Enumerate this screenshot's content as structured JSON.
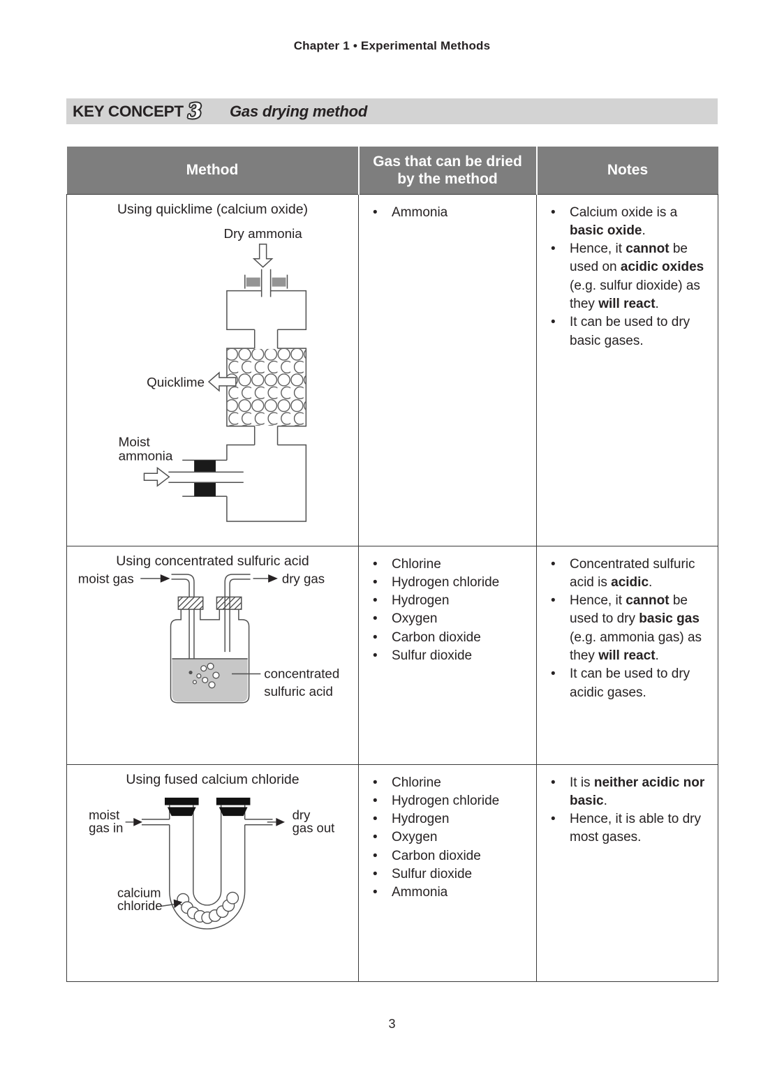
{
  "page": {
    "chapter_header": "Chapter 1 • Experimental Methods",
    "page_number": "3"
  },
  "key_concept": {
    "label": "KEY CONCEPT",
    "number": "3",
    "title": "Gas drying method"
  },
  "table": {
    "headers": [
      "Method",
      "Gas that can be dried by the method",
      "Notes"
    ],
    "rows": [
      {
        "method": "Using quicklime (calcium oxide)",
        "diagram": {
          "top_label": "Dry ammonia",
          "substance_label": "Quicklime",
          "inlet_label_line1": "Moist",
          "inlet_label_line2": "ammonia"
        },
        "gases": [
          "Ammonia"
        ],
        "notes": [
          [
            {
              "t": "Calcium oxide is a "
            },
            {
              "t": "basic oxide",
              "b": 1
            },
            {
              "t": "."
            }
          ],
          [
            {
              "t": "Hence, it "
            },
            {
              "t": "cannot",
              "b": 1
            },
            {
              "t": " be used on "
            },
            {
              "t": "acidic oxides",
              "b": 1
            },
            {
              "t": " (e.g. sulfur dioxide) as they "
            },
            {
              "t": "will react",
              "b": 1
            },
            {
              "t": "."
            }
          ],
          [
            {
              "t": "It can be used to dry basic gases."
            }
          ]
        ]
      },
      {
        "method": "Using concentrated sulfuric acid",
        "diagram": {
          "inlet_label": "moist gas",
          "outlet_label": "dry gas",
          "substance_label_line1": "concentrated",
          "substance_label_line2": "sulfuric acid"
        },
        "gases": [
          "Chlorine",
          "Hydrogen chloride",
          "Hydrogen",
          "Oxygen",
          "Carbon dioxide",
          "Sulfur dioxide"
        ],
        "notes": [
          [
            {
              "t": "Concentrated sulfuric acid is "
            },
            {
              "t": "acidic",
              "b": 1
            },
            {
              "t": "."
            }
          ],
          [
            {
              "t": "Hence, it "
            },
            {
              "t": "cannot",
              "b": 1
            },
            {
              "t": " be used to dry "
            },
            {
              "t": "basic gas",
              "b": 1
            },
            {
              "t": " (e.g. ammonia gas) as they "
            },
            {
              "t": "will react",
              "b": 1
            },
            {
              "t": "."
            }
          ],
          [
            {
              "t": "It can be used to dry acidic gases."
            }
          ]
        ]
      },
      {
        "method": "Using fused calcium chloride",
        "diagram": {
          "inlet_label_line1": "moist",
          "inlet_label_line2": "gas in",
          "outlet_label_line1": "dry",
          "outlet_label_line2": "gas out",
          "substance_label_line1": "calcium",
          "substance_label_line2": "chloride"
        },
        "gases": [
          "Chlorine",
          "Hydrogen chloride",
          "Hydrogen",
          "Oxygen",
          "Carbon dioxide",
          "Sulfur dioxide",
          "Ammonia"
        ],
        "notes": [
          [
            {
              "t": "It is "
            },
            {
              "t": "neither acidic nor basic",
              "b": 1
            },
            {
              "t": "."
            }
          ],
          [
            {
              "t": "Hence, it is able to dry most gases."
            }
          ]
        ]
      }
    ]
  },
  "colors": {
    "header_bg": "#7e7e7e",
    "banner_bg": "#d3d3d3",
    "text": "#262223",
    "table_border": "#3a3a3a",
    "diagram_stroke": "#4f4f4f",
    "liquid_fill": "#c7c7c7",
    "stopper_gray": "#949494",
    "stopper_black": "#1a1a1a"
  }
}
